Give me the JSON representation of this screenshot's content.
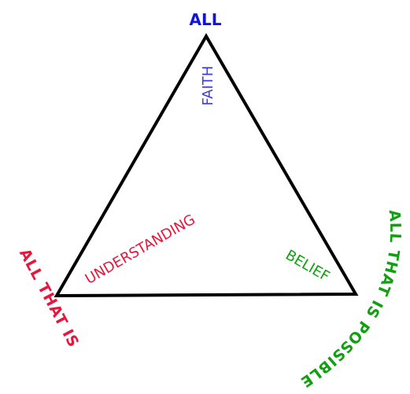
{
  "colors": {
    "blue": "#1212e0",
    "faith_blue": "#3a3ae8",
    "red": "#e8163c",
    "green": "#12a012",
    "stroke": "#000000",
    "background": "#ffffff"
  },
  "labels": {
    "top": "ALL",
    "faith": "FAITH",
    "understanding": "UNDERSTANDING",
    "belief": "BELIEF",
    "left_outer": "ALL THAT IS",
    "right_outer": "ALL THAT IS POSSIBLE"
  }
}
